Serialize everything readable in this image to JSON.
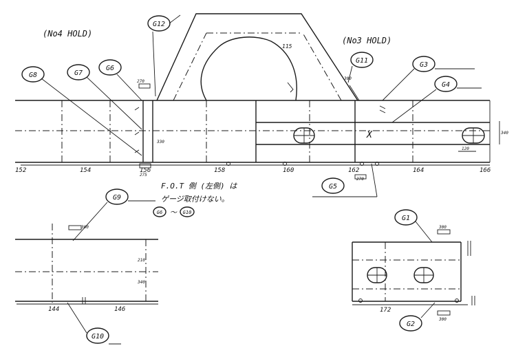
{
  "holds": {
    "left": "(No4 HOLD)",
    "right": "(No3 HOLD)"
  },
  "gauges": {
    "g1": "G1",
    "g2": "G2",
    "g3": "G3",
    "g4": "G4",
    "g5": "G5",
    "g6": "G6",
    "g7": "G7",
    "g8": "G8",
    "g9": "G9",
    "g10": "G10",
    "g11": "G11",
    "g12": "G12"
  },
  "frames_main": [
    "152",
    "154",
    "156",
    "158",
    "160",
    "162",
    "164",
    "166"
  ],
  "frames_lower_left": [
    "144",
    "146"
  ],
  "frames_lower_right": [
    "172"
  ],
  "dims": {
    "d270": "270",
    "d300_g11": "300",
    "d300_g9": "300",
    "d300_g1": "300",
    "d300_g2": "300",
    "d115": "115",
    "d120": "120",
    "d270_b": "270",
    "d275": "275",
    "d330": "330",
    "d340": "340",
    "d210": "210"
  },
  "note": {
    "line1": "F.O.T 側 (左側) は",
    "line2": "ゲージ取付けない。",
    "range_sep": "〜"
  },
  "marks": {
    "x_mark": "X"
  }
}
